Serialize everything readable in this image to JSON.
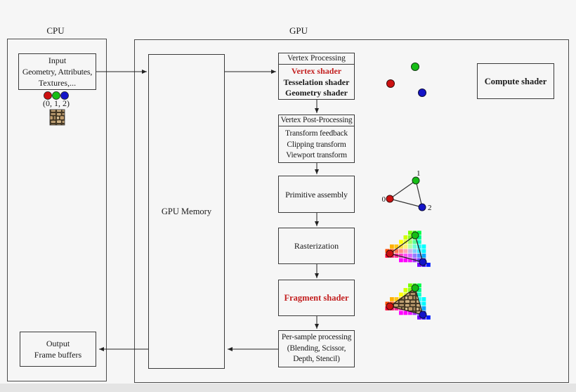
{
  "labels": {
    "cpu": "CPU",
    "gpu": "GPU"
  },
  "cpu": {
    "input_box": {
      "line1": "Input",
      "line2": "Geometry, Attributes,",
      "line3": "Textures,..."
    },
    "vertex_ids": "(0, 1, 2)",
    "output_box": {
      "line1": "Output",
      "line2": "Frame buffers"
    }
  },
  "gpu": {
    "memory_label": "GPU Memory",
    "vertex_processing": {
      "header": "Vertex Processing",
      "items": [
        "Vertex shader",
        "Tesselation shader",
        "Geometry shader"
      ]
    },
    "vertex_post_processing": {
      "header": "Vertex Post-Processing",
      "items": [
        "Transform feedback",
        "Clipping transform",
        "Viewport transform"
      ]
    },
    "primitive_assembly": "Primitive assembly",
    "rasterization": "Rasterization",
    "fragment_shader": "Fragment shader",
    "per_sample": {
      "line1": "Per-sample processing",
      "line2": "(Blending, Scissor,",
      "line3": "Depth, Stencil)"
    },
    "compute_shader": "Compute shader"
  },
  "vertices": {
    "labels": [
      "0",
      "1",
      "2"
    ]
  },
  "colors": {
    "point_red": "#cc1111",
    "point_green": "#15bd15",
    "point_blue": "#1414c8",
    "accent_red_text": "#c32020",
    "arrow": "#222222"
  }
}
